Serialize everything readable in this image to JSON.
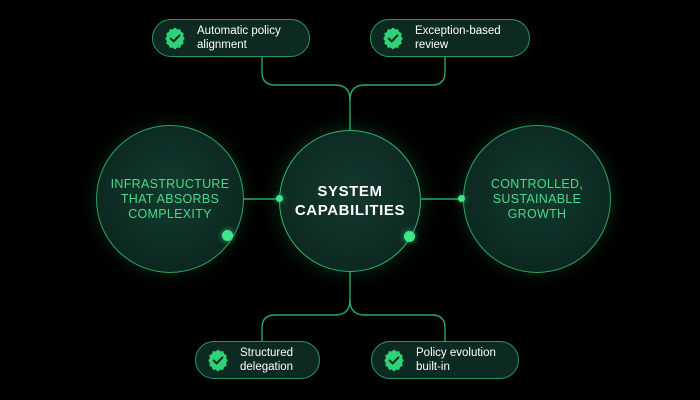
{
  "colors": {
    "background": "#000000",
    "accent_green": "#4cd98a",
    "dot_green": "#3ee889",
    "border_green": "#27a565",
    "fill_dark_green": "#0d2b23"
  },
  "center": {
    "label": "SYSTEM CAPABILITIES"
  },
  "left_circle": {
    "label": "INFRASTRUCTURE THAT ABSORBS COMPLEXITY"
  },
  "right_circle": {
    "label": "CONTROLLED, SUSTAINABLE GROWTH"
  },
  "capabilities": {
    "top_left": {
      "label": "Automatic policy alignment",
      "icon": "check-badge-icon"
    },
    "top_right": {
      "label": "Exception-based review",
      "icon": "check-badge-icon"
    },
    "bottom_left": {
      "label": "Structured delegation",
      "icon": "check-badge-icon"
    },
    "bottom_right": {
      "label": "Policy evolution built-in",
      "icon": "check-badge-icon"
    }
  }
}
